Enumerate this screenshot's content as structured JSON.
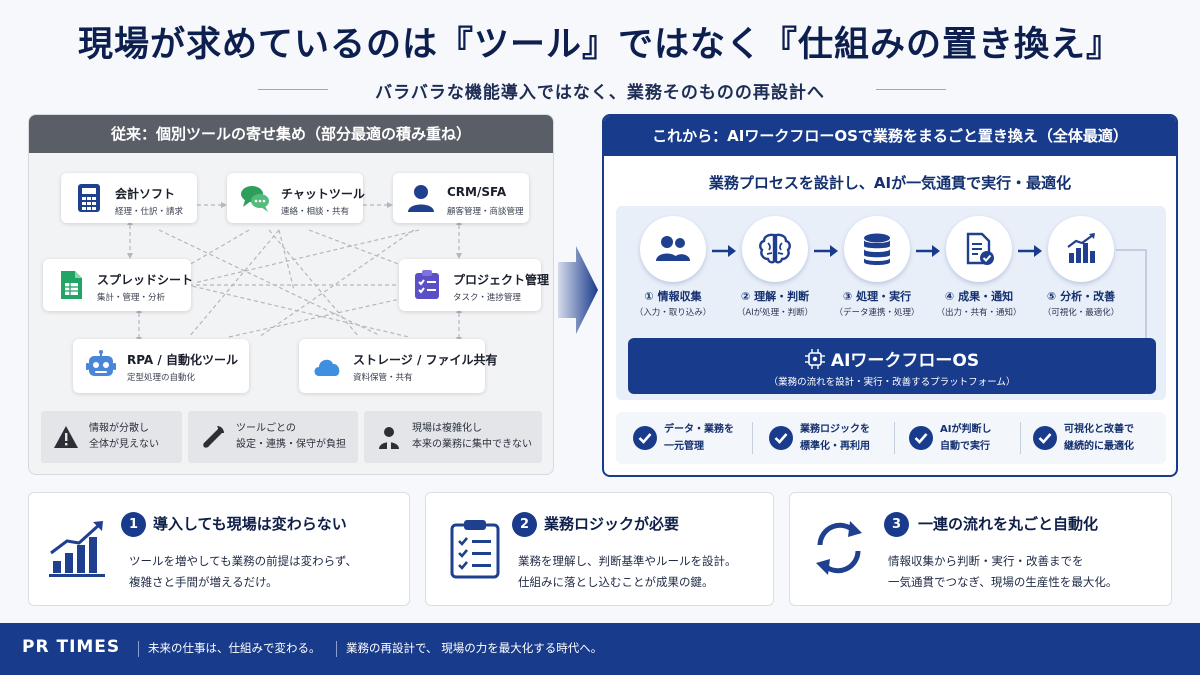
{
  "header": {
    "title": "現場が求めているのは『ツール』ではなく『仕組みの置き換え』",
    "subtitle": "バラバラな機能導入ではなく、業務そのものの再設計へ"
  },
  "left": {
    "header": "従来：個別ツールの寄せ集め（部分最適の積み重ね）",
    "tools": [
      {
        "name": "会計ソフト",
        "desc": "経理・仕訳・請求",
        "icon": "calculator-icon"
      },
      {
        "name": "チャットツール",
        "desc": "連絡・相談・共有",
        "icon": "chat-icon"
      },
      {
        "name": "CRM/SFA",
        "desc": "顧客管理・商談管理",
        "icon": "person-icon"
      },
      {
        "name": "スプレッドシート",
        "desc": "集計・管理・分析",
        "icon": "spreadsheet-icon"
      },
      {
        "name": "プロジェクト管理",
        "desc": "タスク・進捗管理",
        "icon": "checklist-icon"
      },
      {
        "name": "RPA / 自動化ツール",
        "desc": "定型処理の自動化",
        "icon": "robot-icon"
      },
      {
        "name": "ストレージ / ファイル共有",
        "desc": "資料保管・共有",
        "icon": "cloud-icon"
      }
    ],
    "problems": [
      {
        "text": "情報が分散し\n全体が見えない",
        "icon": "warning-icon"
      },
      {
        "text": "ツールごとの\n設定・連携・保守が負担",
        "icon": "wrench-icon"
      },
      {
        "text": "現場は複雑化し\n本来の業務に集中できない",
        "icon": "worker-icon"
      }
    ]
  },
  "right": {
    "header": "これから：AIワークフローOSで業務をまるごと置き換え（全体最適）",
    "subheader": "業務プロセスを設計し、AIが一気通貫で実行・最適化",
    "steps": [
      {
        "label": "① 情報収集",
        "desc": "（入力・取り込み）",
        "icon": "people-icon"
      },
      {
        "label": "② 理解・判断",
        "desc": "（AIが処理・判断）",
        "icon": "brain-icon"
      },
      {
        "label": "③ 処理・実行",
        "desc": "（データ連携・処理）",
        "icon": "database-icon"
      },
      {
        "label": "④ 成果・通知",
        "desc": "（出力・共有・通知）",
        "icon": "document-check-icon"
      },
      {
        "label": "⑤ 分析・改善",
        "desc": "（可視化・最適化）",
        "icon": "bar-chart-icon"
      }
    ],
    "os": {
      "title": "AIワークフローOS",
      "desc": "（業務の流れを設計・実行・改善するプラットフォーム）"
    },
    "benefits": [
      {
        "text": "データ・業務を\n一元管理"
      },
      {
        "text": "業務ロジックを\n標準化・再利用"
      },
      {
        "text": "AIが判断し\n自動で実行"
      },
      {
        "text": "可視化と改善で\n継続的に最適化"
      }
    ]
  },
  "points": [
    {
      "num": "1",
      "title": "導入しても現場は変わらない",
      "desc": "ツールを増やしても業務の前提は変わらず、\n複雑さと手間が増えるだけ。",
      "icon": "growth-chart-icon"
    },
    {
      "num": "2",
      "title": "業務ロジックが必要",
      "desc": "業務を理解し、判断基準やルールを設計。\n仕組みに落とし込むことが成果の鍵。",
      "icon": "clipboard-icon"
    },
    {
      "num": "3",
      "title": "一連の流れを丸ごと自動化",
      "desc": "情報収集から判断・実行・改善までを\n一気通貫でつなぎ、現場の生産性を最大化。",
      "icon": "cycle-icon"
    }
  ],
  "footer": {
    "logo": "PR TIMES",
    "tagline1": "未来の仕事は、仕組みで変わる。",
    "tagline2": "業務の再設計で、 現場の力を最大化する時代へ。"
  },
  "colors": {
    "navy": "#193b8c",
    "gray_header": "#5a5f67",
    "text_dark": "#0f1f4a"
  }
}
